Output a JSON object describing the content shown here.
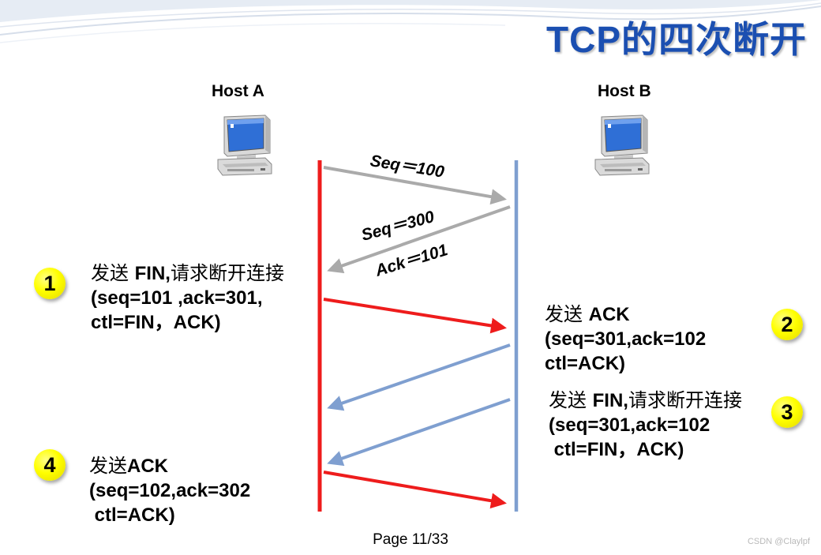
{
  "title": "TCP的四次断开",
  "host_a": {
    "label": "Host A"
  },
  "host_b": {
    "label": "Host B"
  },
  "pre_messages": {
    "seq100": "Seq＝100",
    "seq300": "Seq＝300",
    "ack101": "Ack＝101"
  },
  "steps": [
    {
      "number": "1",
      "line1_prefix": "发送 ",
      "line1_bold": "FIN,",
      "line1_suffix": "请求断开连接",
      "line2": "(seq=101 ,ack=301,",
      "line3": "ctl=FIN，ACK)"
    },
    {
      "number": "2",
      "line1_prefix": "发送 ",
      "line1_bold": "ACK",
      "line1_suffix": "",
      "line2": "(seq=301,ack=102",
      "line3": "ctl=ACK)"
    },
    {
      "number": "3",
      "line1_prefix": "发送 ",
      "line1_bold": "FIN,",
      "line1_suffix": "请求断开连接",
      "line2": "(seq=301,ack=102",
      "line3": " ctl=FIN，ACK)"
    },
    {
      "number": "4",
      "line1_prefix": "发送",
      "line1_bold": "ACK",
      "line1_suffix": "",
      "line2": "(seq=102,ack=302",
      "line3": " ctl=ACK)"
    }
  ],
  "footer": {
    "page": "Page 11/33",
    "watermark": "CSDN @Claylpf"
  },
  "colors": {
    "title": "#1b4fb1",
    "host_a_line": "#ee1c1c",
    "host_b_line": "#7f9fd0",
    "fin_arrow": "#ee1c1c",
    "ack_arrow": "#7f9fd0",
    "data_arrow": "#aaaaaa",
    "badge": "#ffff00"
  }
}
